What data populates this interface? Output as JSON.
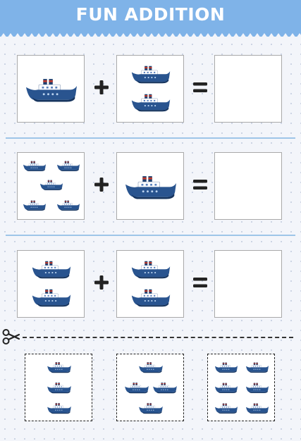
{
  "header": {
    "title": "FUN ADDITION",
    "background_color": "#7fb3e8",
    "wave_color": "#ffffff"
  },
  "ship_icon": "ship-icon",
  "ship_colors": {
    "hull": "#29548f",
    "hull_dark": "#16345e",
    "cabin": "#ffffff",
    "funnel": "#1f3f6e",
    "funnel_band": "#c0392b"
  },
  "equations": [
    {
      "left_count": 1,
      "operator": "+",
      "right_count": 2,
      "equals": "="
    },
    {
      "left_count": 5,
      "operator": "+",
      "right_count": 1,
      "equals": "="
    },
    {
      "left_count": 2,
      "operator": "+",
      "right_count": 2,
      "equals": "="
    }
  ],
  "answer_cards": [
    {
      "count": 3
    },
    {
      "count": 4
    },
    {
      "count": 6
    }
  ],
  "icons": {
    "scissors": "scissors-icon",
    "plus": "plus-icon",
    "equals": "equals-icon"
  }
}
